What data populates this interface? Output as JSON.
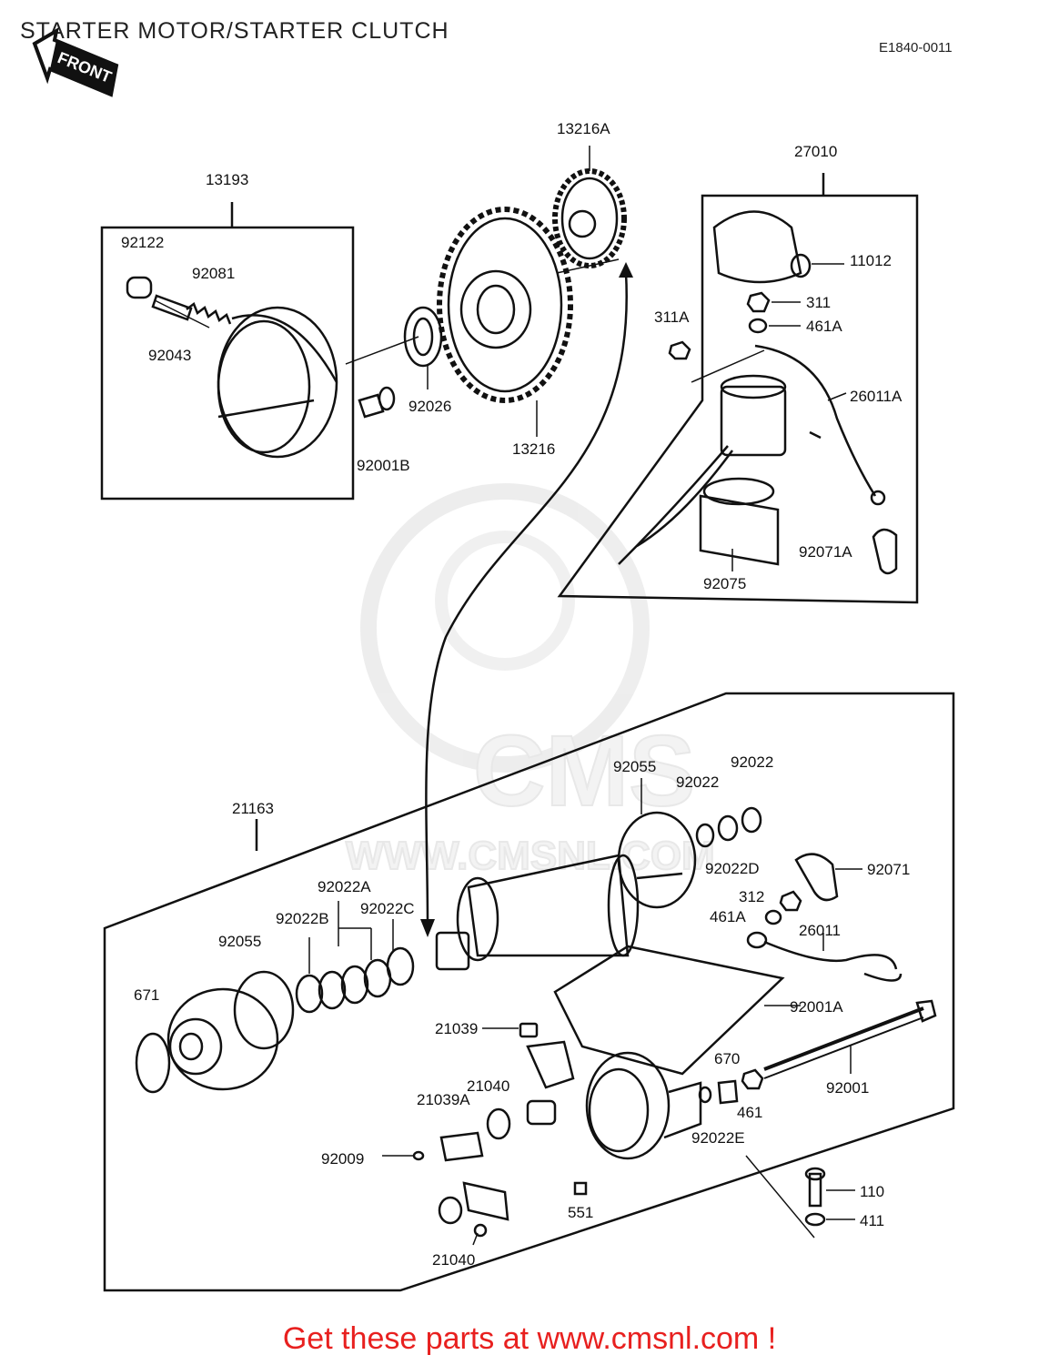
{
  "title": "STARTER MOTOR/STARTER CLUTCH",
  "diagram_code": "E1840-0011",
  "front_arrow": "FRONT",
  "footer": "Get these parts at www.cmsnl.com !",
  "colors": {
    "footer": "#e8201f",
    "ink": "#111111",
    "watermark": "#eeeeee"
  },
  "watermark": {
    "brand": "CMS",
    "url": "WWW.CMSNL.COM"
  },
  "parts": {
    "p13193": "13193",
    "p92122": "92122",
    "p92081": "92081",
    "p92043": "92043",
    "p92026": "92026",
    "p92001B": "92001B",
    "p13216A": "13216A",
    "p13216": "13216",
    "p27010": "27010",
    "p11012": "11012",
    "p311": "311",
    "p461A_top": "461A",
    "p311A": "311A",
    "p26011A": "26011A",
    "p92071A": "92071A",
    "p92075": "92075",
    "p92055_top": "92055",
    "p92022_a": "92022",
    "p92022_b": "92022",
    "p92022D": "92022D",
    "p92071": "92071",
    "p312": "312",
    "p461A_bottom": "461A",
    "p26011": "26011",
    "p92001A": "92001A",
    "p21163": "21163",
    "p92022A": "92022A",
    "p92022B": "92022B",
    "p92022C": "92022C",
    "p92055_left": "92055",
    "p671": "671",
    "p21039": "21039",
    "p21040_mid": "21040",
    "p21039A": "21039A",
    "p92009": "92009",
    "p21040_bottom": "21040",
    "p551": "551",
    "p670": "670",
    "p461": "461",
    "p92022E": "92022E",
    "p92001": "92001",
    "p110": "110",
    "p411": "411"
  }
}
